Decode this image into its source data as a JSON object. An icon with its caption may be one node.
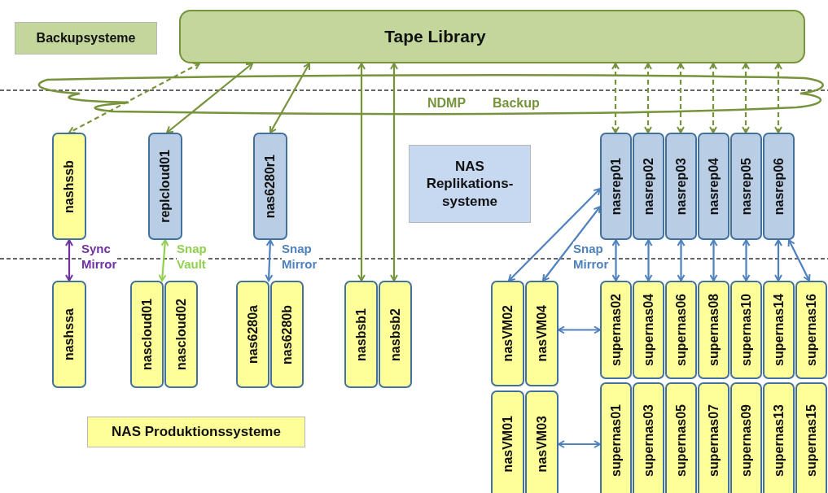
{
  "diagram": {
    "nodes": [
      {
        "text": [
          "Backupsysteme"
        ]
      },
      {
        "text": [
          "Tape Library"
        ]
      },
      {
        "text": [
          "nashssb"
        ]
      },
      {
        "text": [
          "replcloud01"
        ]
      },
      {
        "text": [
          "nas6280r1"
        ]
      },
      {
        "text": [
          "NAS Replikations- systeme"
        ]
      },
      {
        "text": [
          "nasrep01"
        ]
      },
      {
        "text": [
          "nasrep02"
        ]
      },
      {
        "text": [
          "nasrep03"
        ]
      },
      {
        "text": [
          "nasrep04"
        ]
      },
      {
        "text": [
          "nasrep05"
        ]
      },
      {
        "text": [
          "nasrep06"
        ]
      },
      {
        "text": [
          "nashssa"
        ]
      },
      {
        "text": [
          "nascloud01"
        ]
      },
      {
        "text": [
          "nascloud02"
        ]
      },
      {
        "text": [
          "nas6280a"
        ]
      },
      {
        "text": [
          "nas6280b"
        ]
      },
      {
        "text": [
          "nasbsb1"
        ]
      },
      {
        "text": [
          "nasbsb2"
        ]
      },
      {
        "text": [
          "nasVM02"
        ]
      },
      {
        "text": [
          "nasVM04"
        ]
      },
      {
        "text": [
          "supernas02"
        ]
      },
      {
        "text": [
          "supernas04"
        ]
      },
      {
        "text": [
          "supernas06"
        ]
      },
      {
        "text": [
          "supernas08"
        ]
      },
      {
        "text": [
          "supernas10"
        ]
      },
      {
        "text": [
          "supernas14"
        ]
      },
      {
        "text": [
          "supernas16"
        ]
      },
      {
        "text": [
          "nasVM01"
        ]
      },
      {
        "text": [
          "nasVM03"
        ]
      },
      {
        "text": [
          "supernas01"
        ]
      },
      {
        "text": [
          "supernas03"
        ]
      },
      {
        "text": [
          "supernas05"
        ]
      },
      {
        "text": [
          "supernas07"
        ]
      },
      {
        "text": [
          "supernas09"
        ]
      },
      {
        "text": [
          "supernas13"
        ]
      },
      {
        "text": [
          "supernas15"
        ]
      },
      {
        "text": [
          "NAS Produktionssysteme"
        ]
      }
    ],
    "edges": [
      {
        "from": 1,
        "to": 2,
        "arrow": "both",
        "style": "dashed",
        "color": "#77933c"
      },
      {
        "from": 1,
        "to": 3,
        "arrow": "both",
        "color": "#77933c"
      },
      {
        "from": 1,
        "to": 4,
        "arrow": "both",
        "color": "#77933c"
      },
      {
        "from": 1,
        "to": 17,
        "arrow": "both",
        "color": "#77933c"
      },
      {
        "from": 1,
        "to": 18,
        "arrow": "both",
        "color": "#77933c"
      },
      {
        "from": 1,
        "to": 6,
        "arrow": "both",
        "style": "dashed",
        "color": "#77933c"
      },
      {
        "from": 1,
        "to": 7,
        "arrow": "both",
        "style": "dashed",
        "color": "#77933c"
      },
      {
        "from": 1,
        "to": 8,
        "arrow": "both",
        "style": "dashed",
        "color": "#77933c"
      },
      {
        "from": 1,
        "to": 9,
        "arrow": "both",
        "style": "dashed",
        "color": "#77933c"
      },
      {
        "from": 1,
        "to": 10,
        "arrow": "both",
        "style": "dashed",
        "color": "#77933c"
      },
      {
        "from": 1,
        "to": 11,
        "arrow": "both",
        "style": "dashed",
        "color": "#77933c"
      },
      {
        "from": 2,
        "to": 12,
        "arrow": "both",
        "label": "Sync Mirror",
        "color": "#7030a0"
      },
      {
        "from": 3,
        "to": 13,
        "arrow": "both",
        "label": "Snap Vault",
        "color": "#92d050"
      },
      {
        "from": 4,
        "to": 15,
        "arrow": "both",
        "label": "Snap Mirror"
      },
      {
        "from": 6,
        "to": 19,
        "arrow": "both"
      },
      {
        "from": 6,
        "to": 20,
        "arrow": "both",
        "label": "Snap Mirror"
      },
      {
        "from": 6,
        "to": 21,
        "arrow": "both"
      },
      {
        "from": 7,
        "to": 22,
        "arrow": "both"
      },
      {
        "from": 8,
        "to": 23,
        "arrow": "both"
      },
      {
        "from": 9,
        "to": 24,
        "arrow": "both"
      },
      {
        "from": 10,
        "to": 25,
        "arrow": "both"
      },
      {
        "from": 11,
        "to": 26,
        "arrow": "both"
      },
      {
        "from": 11,
        "to": 27,
        "arrow": "both"
      },
      {
        "from": 20,
        "to": 21,
        "arrow": "both"
      },
      {
        "from": 29,
        "to": 30,
        "arrow": "both"
      }
    ],
    "labels": [
      "NDMP",
      "Backup"
    ]
  }
}
